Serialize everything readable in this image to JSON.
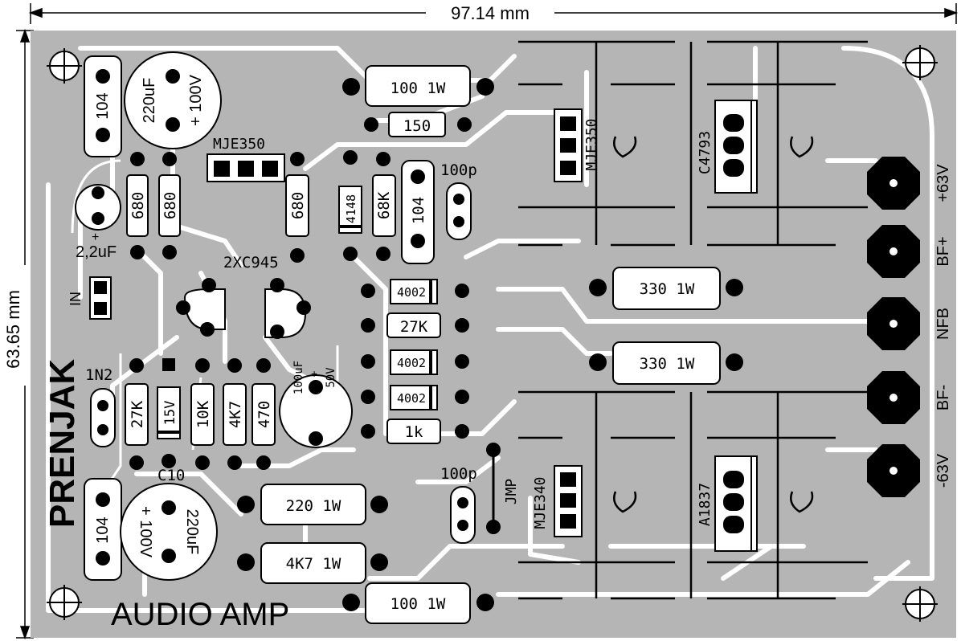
{
  "dimensions": {
    "width_label": "97.14  mm",
    "height_label": "63.65  mm"
  },
  "colors": {
    "board": "#b5b5b5",
    "copper": "#ffffff",
    "ink": "#000000"
  },
  "board": {
    "title": "PRENJAK",
    "subtitle": "AUDIO  AMP"
  },
  "resistors": {
    "r100_top": "100   1W",
    "r150": "150",
    "r680_a": "680",
    "r680_b": "680",
    "r680_c": "680",
    "r68k": "68K",
    "r27k_mid": "27K",
    "r1k": "1k",
    "r27k_left": "27K",
    "r10k": "10K",
    "r4k7": "4K7",
    "r470": "470",
    "r330_top": "330    1W",
    "r330_bot": "330    1W",
    "r220": "220         1W",
    "r4k7_1w": "4K7  1W",
    "r100_bot": "100  1W"
  },
  "capacitors": {
    "c104_top": "104",
    "c104_mid": "104",
    "c104_bot": "104",
    "c220_top": "220uF",
    "c220_top_v": "+ 100V",
    "c220_bot": "220uF",
    "c220_bot_v": "+ 100V",
    "c22": "2,2uF",
    "c100p_top": "100p",
    "c100p_bot": "100p",
    "c100u": "100uF",
    "c100u_v": "50V",
    "c10": "C10",
    "polarity": "+"
  },
  "diodes": {
    "d4148": "4148",
    "d4002_a": "4002",
    "d4002_b": "4002",
    "d4002_c": "4002",
    "z15v": "15V"
  },
  "transistors": {
    "mje350_small": "MJE350",
    "xc945": "2XC945",
    "mje350_right": "MJE350",
    "c4793": "C4793",
    "mje340": "MJE340",
    "a1837": "A1837"
  },
  "labels": {
    "in": "IN",
    "n1n2": "1N2",
    "jmp": "JMP"
  },
  "terminals": {
    "v_plus": "+63V",
    "bf_plus": "BF+",
    "nfb": "NFB",
    "bf_minus": "BF-",
    "v_minus": "-63V"
  }
}
